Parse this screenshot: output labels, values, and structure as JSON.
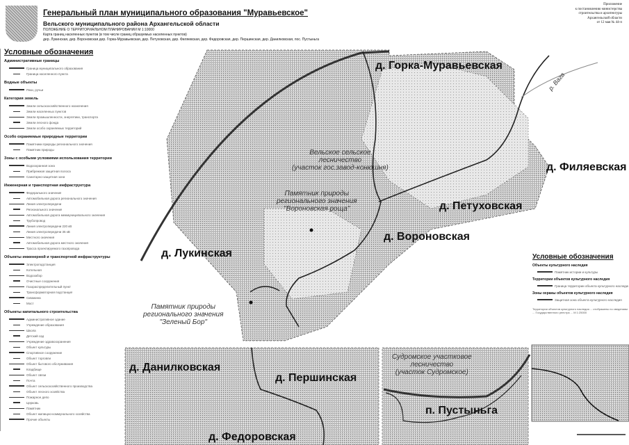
{
  "header": {
    "title": "Генеральный план муниципального образования \"Муравьевское\"",
    "subtitle": "Вельского муниципального района Архангельской области",
    "section": "ПОЛОЖЕНИЕ О ТЕРРИТОРИАЛЬНОМ ПЛАНИРОВАНИИ М 1:10000",
    "map_name": "Карта границ населенных пунктов (в том числе границ образуемых населенных пунктов)",
    "settlements_line": "дер. Лукинская, дер. Вороновская дер. Горка-Муравьевская, дер. Петуховская, дер. Филяевская, дер. Федоровская, дер. Першинская,  дер. Данилковская, пос. Пустыньга",
    "corner_note": [
      "Приложение",
      "к постановлению министерства",
      "строительства и архитектуры",
      "Архангельской области",
      "от 12 мая № 44-п"
    ]
  },
  "legend_left": {
    "title": "Условные обозначения",
    "sections": [
      {
        "heading": "Административные границы",
        "items": [
          "Граница муниципального образования",
          "Граница населенного пункта"
        ]
      },
      {
        "heading": "Водные объекты",
        "items": [
          "Реки, ручьи"
        ]
      },
      {
        "heading": "Категория земель",
        "items": [
          "Земли сельскохозяйственного назначения",
          "Земли населенных пунктов",
          "Земли промышленности, энергетики, транспорта",
          "Земли лесного фонда",
          "Земли особо охраняемых территорий"
        ]
      },
      {
        "heading": "Особо охраняемые природные территории",
        "items": [
          "Памятники природы регионального значения",
          "Памятник природы"
        ]
      },
      {
        "heading": "Зоны с особыми условиями использования территории",
        "items": [
          "Водоохранная зона",
          "Прибрежная защитная полоса",
          "Санитарно-защитная зона"
        ]
      },
      {
        "heading": "Инженерная и транспортная инфраструктура",
        "items": [
          "Федерального значения",
          "Автомобильная дорога регионального значения",
          "Линия электропередачи",
          "Регионального значения",
          "Автомобильная дорога межмуниципального значения",
          "Трубопровод",
          "Линия электропередачи 220 кВ",
          "Линия электропередачи 35 кВ",
          "Местного значения",
          "Автомобильная дорога местного значения",
          "Трасса проектируемого газопровода"
        ]
      },
      {
        "heading": "Объекты инженерной и транспортной инфраструктуры",
        "items": [
          "Электроподстанция",
          "Котельная",
          "Водозабор",
          "Очистные сооружения",
          "Газораспределительный пункт",
          "Трансформаторная подстанция",
          "Скважина",
          "Мост"
        ]
      },
      {
        "heading": "Объекты капитального строительства",
        "items": [
          "Административное здание",
          "Учреждение образования",
          "Школа",
          "Детский сад",
          "Учреждение здравоохранения",
          "Объект культуры",
          "Спортивное сооружение",
          "Объект торговли",
          "Объект бытового обслуживания",
          "Кладбище",
          "Объект связи",
          "Почта",
          "Объект сельскохозяйственного производства",
          "Объект лесного хозяйства",
          "Пожарное депо",
          "Церковь",
          "Памятник",
          "Объект жилищно-коммунального хозяйства",
          "Прочие объекты"
        ]
      }
    ]
  },
  "map": {
    "places": [
      "д. Горка-Муравьевская",
      "д. Филяевская",
      "д. Петуховская",
      "д. Вороновская",
      "д. Лукинская",
      "д. Данилковская",
      "д. Першинская",
      "д. Федоровская",
      "п. Пустыньга"
    ],
    "river": "р. Вага",
    "notes": {
      "forestry_velsk": [
        "Вельское сельское",
        "лесничество",
        "(участок гос.завод-конюшня)"
      ],
      "monument_voronovskaya": [
        "Памятник природы",
        "регионального значения",
        "\"Вороновская роща\""
      ],
      "monument_zeleny_bor": [
        "Памятник природы",
        "регионального значения",
        "\"Зеленый Бор\""
      ],
      "forestry_sudroma": [
        "Судромское участковое",
        "лесничество",
        "(участок Судромское)"
      ]
    }
  },
  "legend_right": {
    "title": "Условные обозначения",
    "sections": [
      {
        "heading": "Объекты культурного наследия",
        "items": [
          "Памятник истории и культуры"
        ]
      },
      {
        "heading": "Территории объектов культурного наследия",
        "items": [
          "Граница территории объекта культурного наследия"
        ]
      },
      {
        "heading": "Зоны охраны объектов культурного наследия",
        "items": [
          "Защитная зона объекта культурного наследия"
        ]
      }
    ],
    "footnote": "Территории объектов культурного наследия ... отображены по сведениям ... Государственного реестра ... М 1:25000"
  }
}
